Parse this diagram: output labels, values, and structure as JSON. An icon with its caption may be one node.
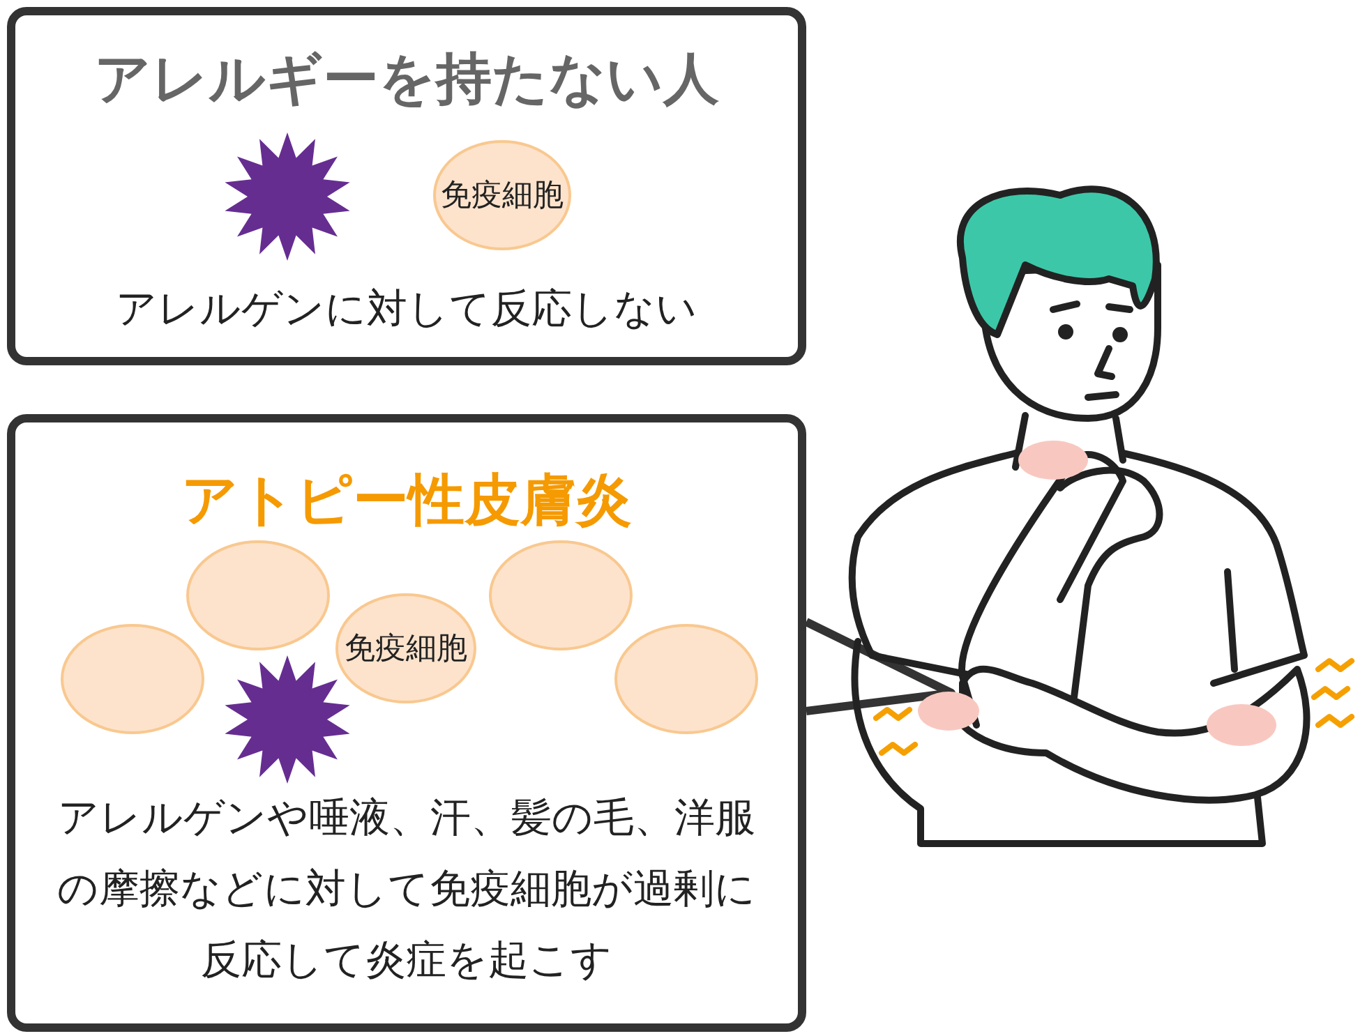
{
  "diagram": {
    "nodes": [
      {
        "text": [
          "アレルギーを持たない人",
          "アレルゲンに対して反応しない"
        ]
      },
      {
        "text": [],
        "shape": "star",
        "in": 0
      },
      {
        "text": [
          "免疫細胞"
        ],
        "in": 0
      },
      {
        "text": [
          "アトピー性皮膚炎",
          "アレルゲンや唾液、汗、髪の毛、洋服の摩擦などに対して免疫細胞が過剰に反応して炎症を起こす"
        ]
      },
      {
        "text": [],
        "shape": "circle",
        "in": 3
      },
      {
        "text": [],
        "shape": "circle",
        "in": 3
      },
      {
        "text": [
          "免疫細胞"
        ],
        "in": 3
      },
      {
        "text": [],
        "shape": "circle",
        "in": 3
      },
      {
        "text": [],
        "shape": "circle",
        "in": 3
      },
      {
        "text": [],
        "shape": "star",
        "in": 3
      }
    ],
    "edges": []
  }
}
